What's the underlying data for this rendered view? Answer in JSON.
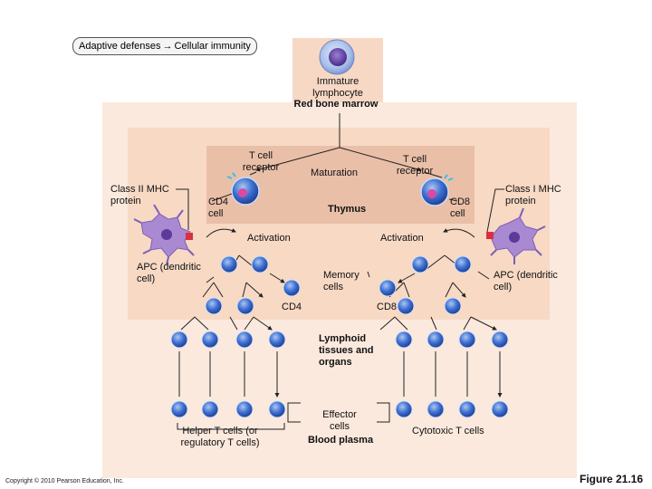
{
  "breadcrumb": {
    "first": "Adaptive defenses",
    "second": "Cellular immunity"
  },
  "labels": {
    "immature_lymphocyte": "Immature lymphocyte",
    "red_bone_marrow": "Red bone marrow",
    "tcr_left": "T cell receptor",
    "maturation": "Maturation",
    "tcr_right": "T cell receptor",
    "class2": "Class II MHC protein",
    "cd4_cell": "CD4 cell",
    "thymus": "Thymus",
    "cd8_cell": "CD8 cell",
    "class1": "Class I MHC protein",
    "activation_left": "Activation",
    "activation_right": "Activation",
    "apc_left": "APC (dendritic cell)",
    "memory_cells": "Memory cells",
    "apc_right": "APC (dendritic cell)",
    "cd4": "CD4",
    "cd8": "CD8",
    "lymphoid": "Lymphoid tissues and organs",
    "helper": "Helper T cells (or regulatory T cells)",
    "effector": "Effector cells",
    "blood_plasma": "Blood plasma",
    "cytotoxic": "Cytotoxic T cells"
  },
  "footer": {
    "copyright": "Copyright © 2010 Pearson Education, Inc.",
    "figure": "Figure 21.16"
  }
}
